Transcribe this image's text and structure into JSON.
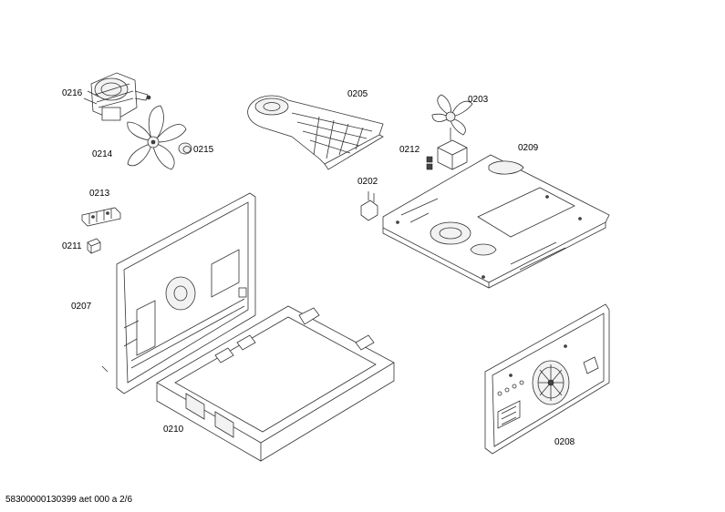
{
  "parts": [
    {
      "id": "part-0216",
      "label": "0216"
    },
    {
      "id": "part-0214",
      "label": "0214"
    },
    {
      "id": "part-0215",
      "label": "0215"
    },
    {
      "id": "part-0205",
      "label": "0205"
    },
    {
      "id": "part-0203",
      "label": "0203"
    },
    {
      "id": "part-0212",
      "label": "0212"
    },
    {
      "id": "part-0209",
      "label": "0209"
    },
    {
      "id": "part-0202",
      "label": "0202"
    },
    {
      "id": "part-0213",
      "label": "0213"
    },
    {
      "id": "part-0211",
      "label": "0211"
    },
    {
      "id": "part-0207",
      "label": "0207"
    },
    {
      "id": "part-0210",
      "label": "0210"
    },
    {
      "id": "part-0208",
      "label": "0208"
    }
  ],
  "footer": "58300000130399 aet 000 a 2/6"
}
